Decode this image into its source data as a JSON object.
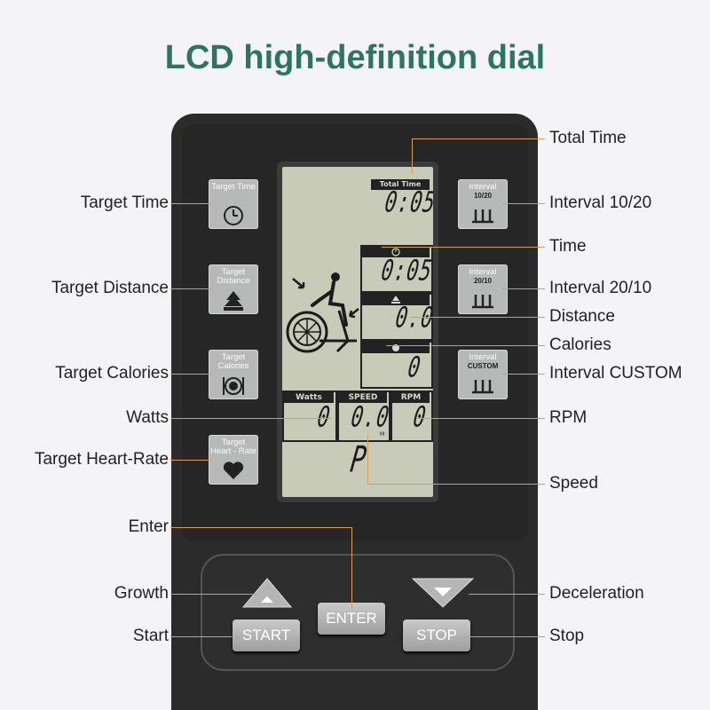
{
  "title": "LCD high-definition dial",
  "callouts": {
    "target_time": "Target Time",
    "target_distance": "Target Distance",
    "target_calories": "Target Calories",
    "watts": "Watts",
    "target_heart_rate": "Target Heart-Rate",
    "enter": "Enter",
    "growth": "Growth",
    "start": "Start",
    "total_time": "Total Time",
    "interval_10_20": "Interval 10/20",
    "time": "Time",
    "interval_20_10": "Interval 20/10",
    "distance": "Distance",
    "calories": "Calories",
    "interval_custom": "Interval CUSTOM",
    "rpm": "RPM",
    "speed": "Speed",
    "deceleration": "Deceleration",
    "stop": "Stop"
  },
  "keys": {
    "target_time": "Target Time",
    "target_distance": "Target Distance",
    "target_calories": "Target Calories",
    "target_heart_rate": "Target Heart - Rate",
    "interval_1": "Interval",
    "interval_1_sub": "10/20",
    "interval_2": "Interval",
    "interval_2_sub": "20/10",
    "interval_3": "Interval",
    "interval_3_sub": "CUSTOM"
  },
  "lcd": {
    "total_time_label": "Total Time",
    "total_time_value": "0:05",
    "time_value": "0:05",
    "distance_value": "0.0",
    "calories_value": "0",
    "watts_label": "Watts",
    "speed_label": "SPEED",
    "rpm_label": "RPM",
    "watts_value": "0",
    "speed_value": "0.0",
    "speed_unit": "M",
    "rpm_value": "0",
    "program_value": "P"
  },
  "buttons": {
    "enter": "ENTER",
    "start": "START",
    "stop": "STOP"
  },
  "icons": [
    "clock-icon",
    "tree-icon",
    "plate-icon",
    "heart-icon",
    "interval-bars-icon",
    "cyclist-icon",
    "arrow-up-icon",
    "arrow-down-icon"
  ],
  "colors": {
    "title": "#2c7561",
    "console": "#2b2b2b",
    "lcd": "#c8cbb8",
    "leader": "#d89c55"
  }
}
